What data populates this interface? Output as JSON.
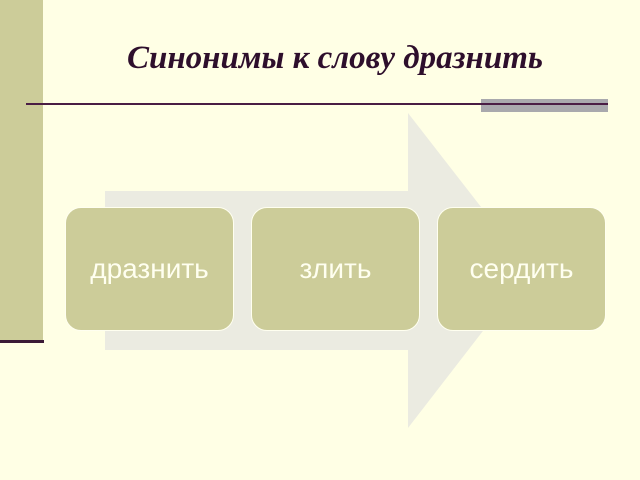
{
  "slide": {
    "title": "Синонимы к слову дразнить",
    "synonyms": [
      {
        "label": "дразнить"
      },
      {
        "label": "злить"
      },
      {
        "label": "сердить"
      }
    ]
  },
  "colors": {
    "background": "#ffffe5",
    "side_bar": "#cccc99",
    "title": "#2e0f2c",
    "box_fill": "#cccc99",
    "box_text": "#fffff0",
    "arrow": "#ebebe1",
    "rule": "#4a1d44",
    "rule_accent": "#a9a9ad"
  }
}
